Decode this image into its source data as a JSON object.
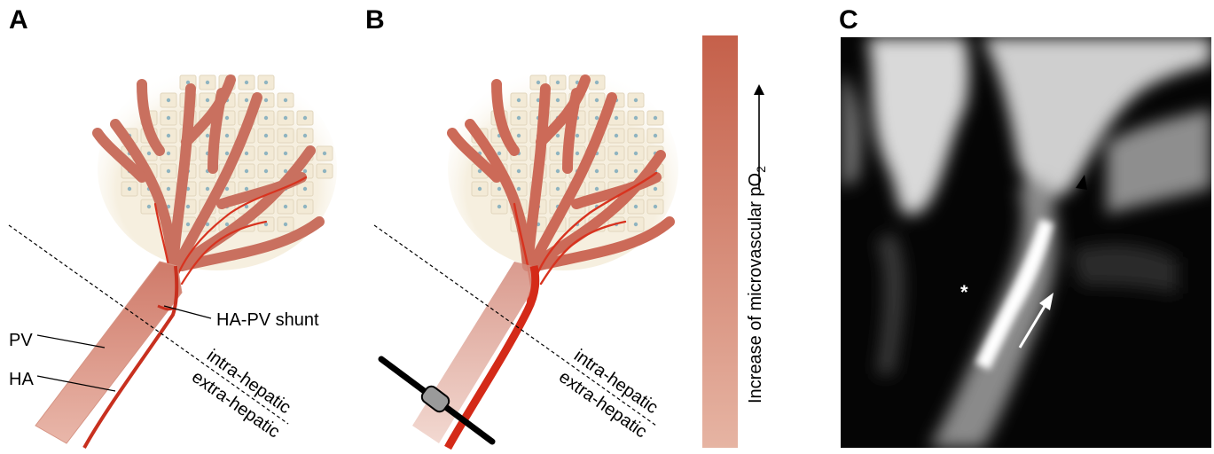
{
  "panels": {
    "a": {
      "letter": "A",
      "labels": {
        "pv": "PV",
        "ha": "HA",
        "shunt": "HA-PV shunt",
        "intra": "intra-hepatic",
        "extra": "extra-hepatic"
      }
    },
    "b": {
      "letter": "B",
      "labels": {
        "intra": "intra-hepatic",
        "extra": "extra-hepatic"
      }
    },
    "c": {
      "letter": "C",
      "markers": {
        "asterisk": "*"
      }
    }
  },
  "gradient_bar": {
    "label_main": "Increase of microvascular pO",
    "label_sub": "2",
    "color_top": "#c5604a",
    "color_bottom": "#e6b4a3"
  },
  "colors": {
    "vessel": "#cd7666",
    "vessel_light": "#dba294",
    "artery": "#d8331f",
    "cell": "#f3ead6",
    "nucleus": "#8fb4c0"
  }
}
